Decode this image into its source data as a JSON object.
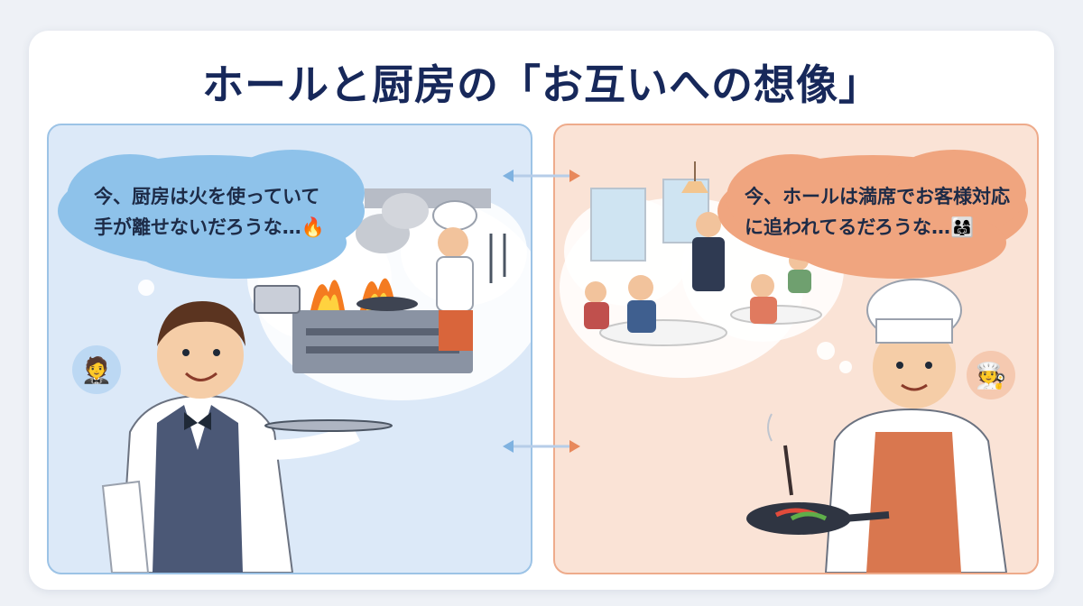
{
  "title": "ホールと厨房の「お互いへの想像」",
  "left_panel": {
    "thought_line1": "今、厨房は火を使っていて",
    "thought_line2": "手が離せないだろうな…",
    "thought_emoji": "🔥",
    "avatar_emoji": "🤵"
  },
  "right_panel": {
    "thought_line1": "今、ホールは満席でお客様対応",
    "thought_line2": "に追われてるだろうな…",
    "thought_emoji": "👨‍👩‍👧",
    "avatar_emoji": "🧑‍🍳"
  },
  "colors": {
    "left_bg": "#dce9f8",
    "left_border": "#9cc3e6",
    "right_bg": "#fae3d6",
    "right_border": "#eeab8b",
    "title": "#17285a",
    "arrow_blue": "#7fb2e0",
    "arrow_orange": "#e8895c"
  }
}
